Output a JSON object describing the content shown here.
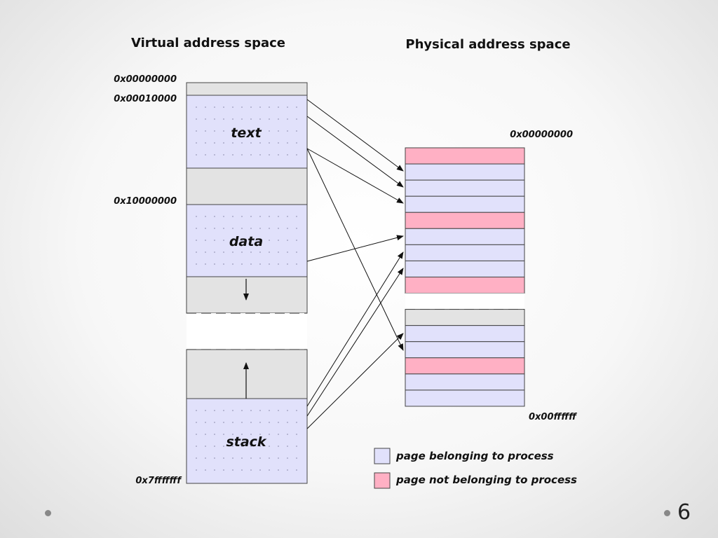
{
  "diagram": {
    "virtual_title": "Virtual address space",
    "physical_title": "Physical address space",
    "virtual_addresses": {
      "start": "0x00000000",
      "text_start": "0x00010000",
      "data_start": "0x10000000",
      "end": "0x7fffffff"
    },
    "physical_addresses": {
      "start": "0x00000000",
      "end": "0x00ffffff"
    },
    "segments": {
      "text": "text",
      "data": "data",
      "stack": "stack"
    },
    "physical_pages": [
      "not",
      "own",
      "own",
      "own",
      "not",
      "own",
      "own",
      "own",
      "not",
      "gap",
      "free",
      "own",
      "own",
      "not",
      "own",
      "own"
    ],
    "legend": {
      "own": "page belonging to process",
      "not": "page not belonging to process"
    },
    "colors": {
      "own": "#e1e1fb",
      "not": "#ffb0c4",
      "free": "#e3e3e3",
      "border": "#444444"
    }
  },
  "slide_number": "6"
}
